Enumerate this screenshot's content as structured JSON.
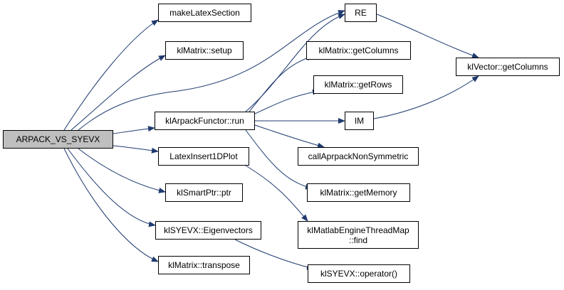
{
  "graph": {
    "root": {
      "id": "root",
      "label": "ARPACK_VS_SYEVX"
    },
    "nodes": [
      {
        "id": "makeLatexSection",
        "label": "makeLatexSection"
      },
      {
        "id": "setup",
        "label": "klMatrix::setup"
      },
      {
        "id": "functorRun",
        "label": "klArpackFunctor::run"
      },
      {
        "id": "latexInsert",
        "label": "LatexInsert1DPlot"
      },
      {
        "id": "smartPtr",
        "label": "klSmartPtr::ptr"
      },
      {
        "id": "eigenvectors",
        "label": "klSYEVX::Eigenvectors"
      },
      {
        "id": "transpose",
        "label": "klMatrix::transpose"
      },
      {
        "id": "RE",
        "label": "RE"
      },
      {
        "id": "getColumns",
        "label": "klMatrix::getColumns"
      },
      {
        "id": "getRows",
        "label": "klMatrix::getRows"
      },
      {
        "id": "IM",
        "label": "IM"
      },
      {
        "id": "callArpack",
        "label": "callAprpackNonSymmetric"
      },
      {
        "id": "getMemory",
        "label": "klMatrix::getMemory"
      },
      {
        "id": "matlabFind",
        "label": "klMatlabEngineThreadMap\n::find"
      },
      {
        "id": "syevxOp",
        "label": "klSYEVX::operator()"
      },
      {
        "id": "vecGetColumns",
        "label": "klVector::getColumns"
      }
    ],
    "edges": [
      [
        "root",
        "makeLatexSection"
      ],
      [
        "root",
        "setup"
      ],
      [
        "root",
        "RE"
      ],
      [
        "root",
        "functorRun"
      ],
      [
        "root",
        "latexInsert"
      ],
      [
        "root",
        "smartPtr"
      ],
      [
        "root",
        "eigenvectors"
      ],
      [
        "root",
        "transpose"
      ],
      [
        "functorRun",
        "RE"
      ],
      [
        "functorRun",
        "getColumns"
      ],
      [
        "functorRun",
        "getRows"
      ],
      [
        "functorRun",
        "IM"
      ],
      [
        "functorRun",
        "callArpack"
      ],
      [
        "functorRun",
        "getMemory"
      ],
      [
        "latexInsert",
        "matlabFind"
      ],
      [
        "eigenvectors",
        "syevxOp"
      ],
      [
        "RE",
        "vecGetColumns"
      ],
      [
        "IM",
        "vecGetColumns"
      ]
    ]
  },
  "colors": {
    "root_fill": "#bfbfbf",
    "node_fill": "#ffffff",
    "edge": "#1f3a6e",
    "border": "#000000"
  }
}
